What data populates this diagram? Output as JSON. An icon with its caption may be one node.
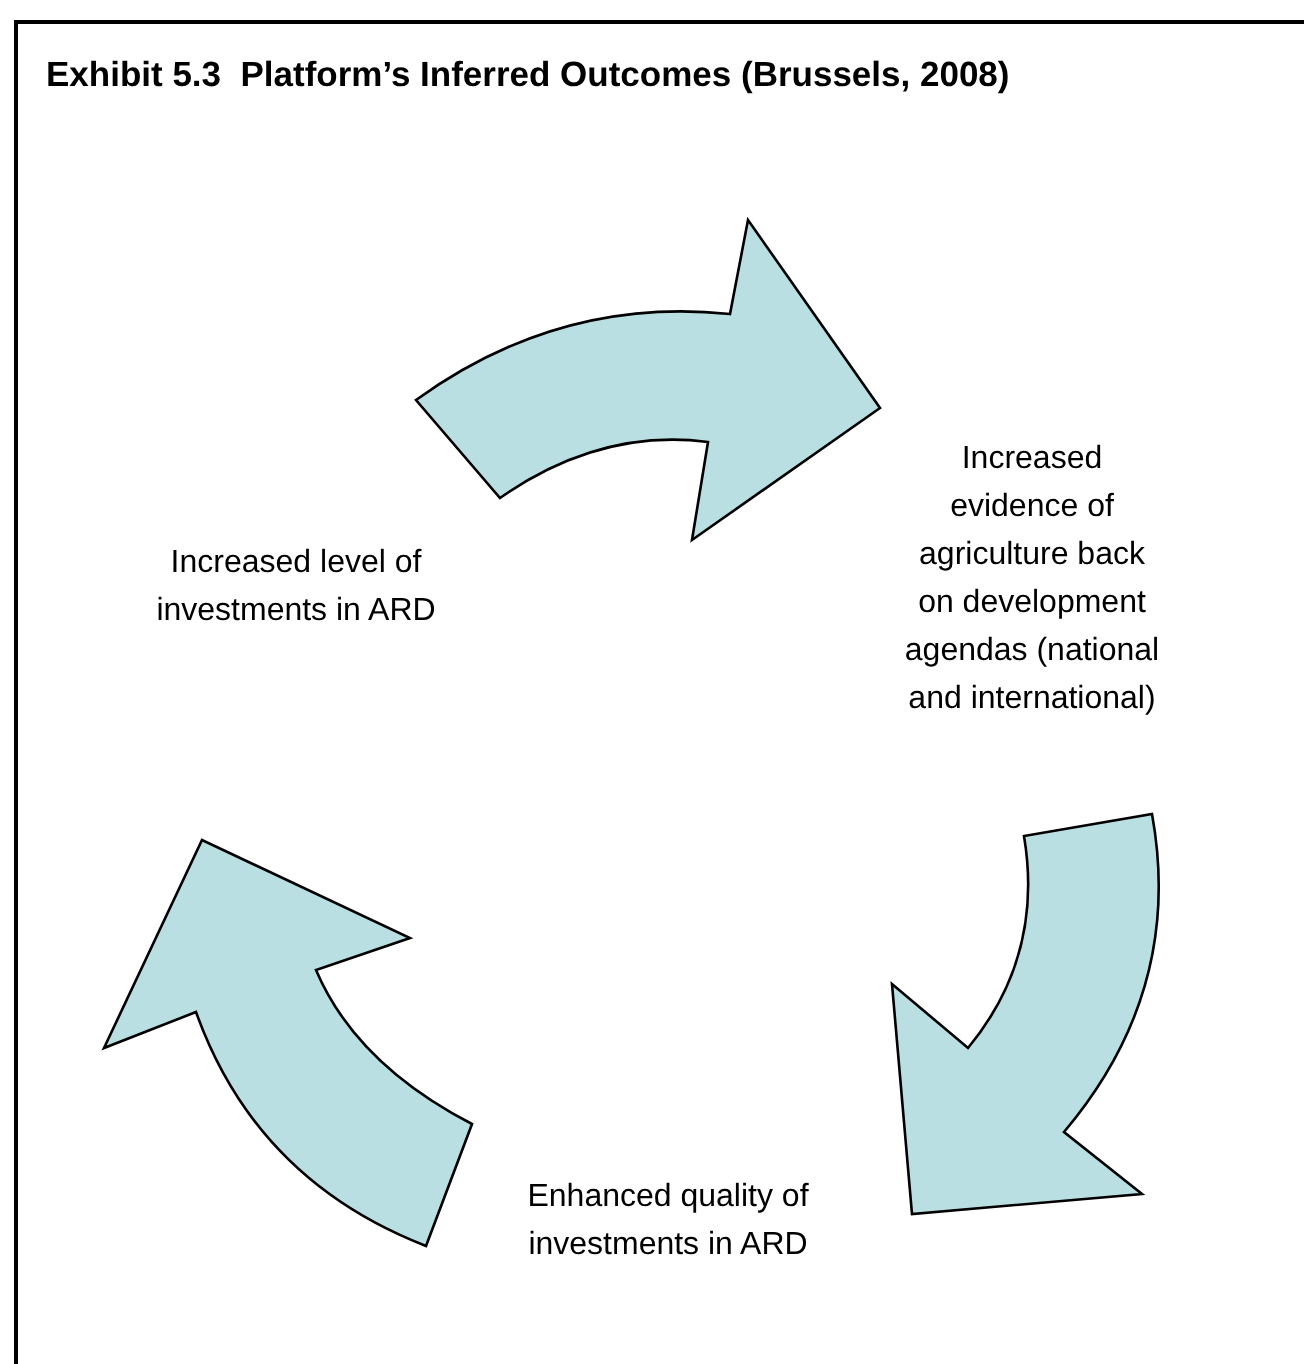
{
  "diagram": {
    "title": "Exhibit 5.3  Platform’s Inferred Outcomes (Brussels, 2008)",
    "nodes": [
      {
        "text": [
          "Increased level of investments in ARD"
        ]
      },
      {
        "text": [
          "Increased evidence of agriculture back on development agendas (national and international)"
        ]
      },
      {
        "text": [
          "Enhanced quality of investments in ARD"
        ]
      }
    ],
    "edges": [
      {
        "from": 0,
        "to": 1,
        "arrow": "to"
      },
      {
        "from": 1,
        "to": 2,
        "arrow": "to"
      },
      {
        "from": 2,
        "to": 0,
        "arrow": "to"
      }
    ]
  }
}
